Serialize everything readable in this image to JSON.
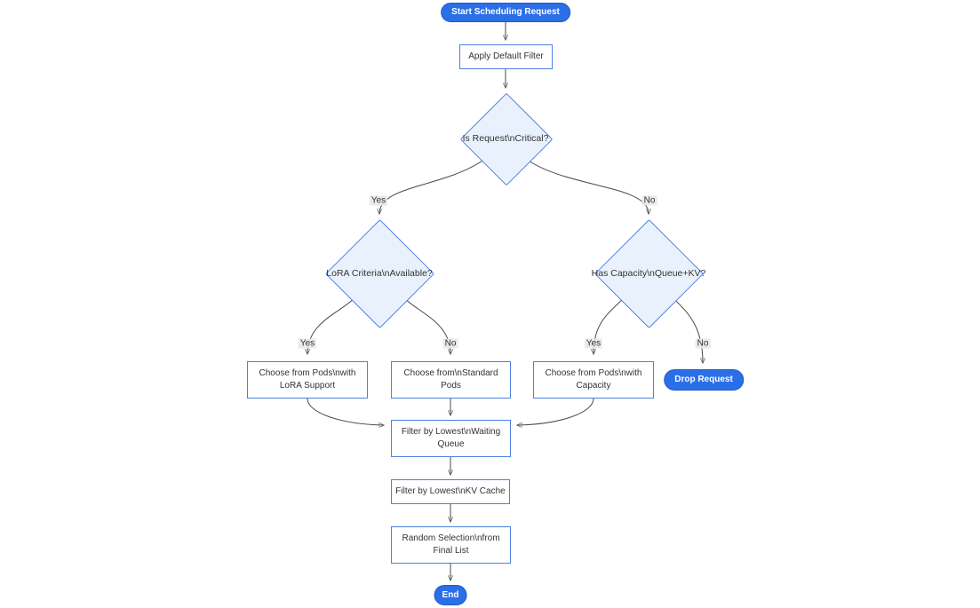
{
  "diagram": {
    "kind": "flowchart",
    "colors": {
      "pill_fill": "#2B6FE8",
      "pill_border": "#2159C8",
      "pill_text": "#FFFFFF",
      "decision_fill": "#E9F2FC",
      "node_border": "#4E80E1",
      "rect_fill": "#FFFFFF",
      "node_text": "#333333",
      "edge_stroke": "#4A4A4A",
      "edge_label_bg": "#E8E8E8"
    },
    "nodes": {
      "start": {
        "shape": "pill",
        "lines": [
          "Start Scheduling Request"
        ]
      },
      "apply_filter": {
        "shape": "rect",
        "lines": [
          "Apply Default Filter"
        ]
      },
      "is_critical": {
        "shape": "decision",
        "lines": [
          "Is Request\\nCritical?"
        ]
      },
      "lora_criteria": {
        "shape": "decision",
        "lines": [
          "LoRA Criteria\\nAvailable?"
        ]
      },
      "has_capacity": {
        "shape": "decision",
        "lines": [
          "Has Capacity\\nQueue+KV?"
        ]
      },
      "choose_lora_pods": {
        "shape": "rect",
        "lines": [
          "Choose from Pods\\nwith",
          "LoRA Support"
        ]
      },
      "choose_standard_pods": {
        "shape": "rect",
        "lines": [
          "Choose from\\nStandard",
          "Pods"
        ]
      },
      "choose_capacity_pods": {
        "shape": "rect",
        "lines": [
          "Choose from Pods\\nwith",
          "Capacity"
        ]
      },
      "drop_request": {
        "shape": "pill",
        "lines": [
          "Drop Request"
        ]
      },
      "filter_waiting_queue": {
        "shape": "rect",
        "lines": [
          "Filter by Lowest\\nWaiting",
          "Queue"
        ]
      },
      "filter_kv_cache": {
        "shape": "rect",
        "lines": [
          "Filter by Lowest\\nKV Cache"
        ]
      },
      "random_selection": {
        "shape": "rect",
        "lines": [
          "Random Selection\\nfrom",
          "Final List"
        ]
      },
      "end": {
        "shape": "pill",
        "lines": [
          "End"
        ]
      }
    },
    "edge_labels": {
      "critical_yes": "Yes",
      "critical_no": "No",
      "lora_yes": "Yes",
      "lora_no": "No",
      "capacity_yes": "Yes",
      "capacity_no": "No"
    }
  }
}
